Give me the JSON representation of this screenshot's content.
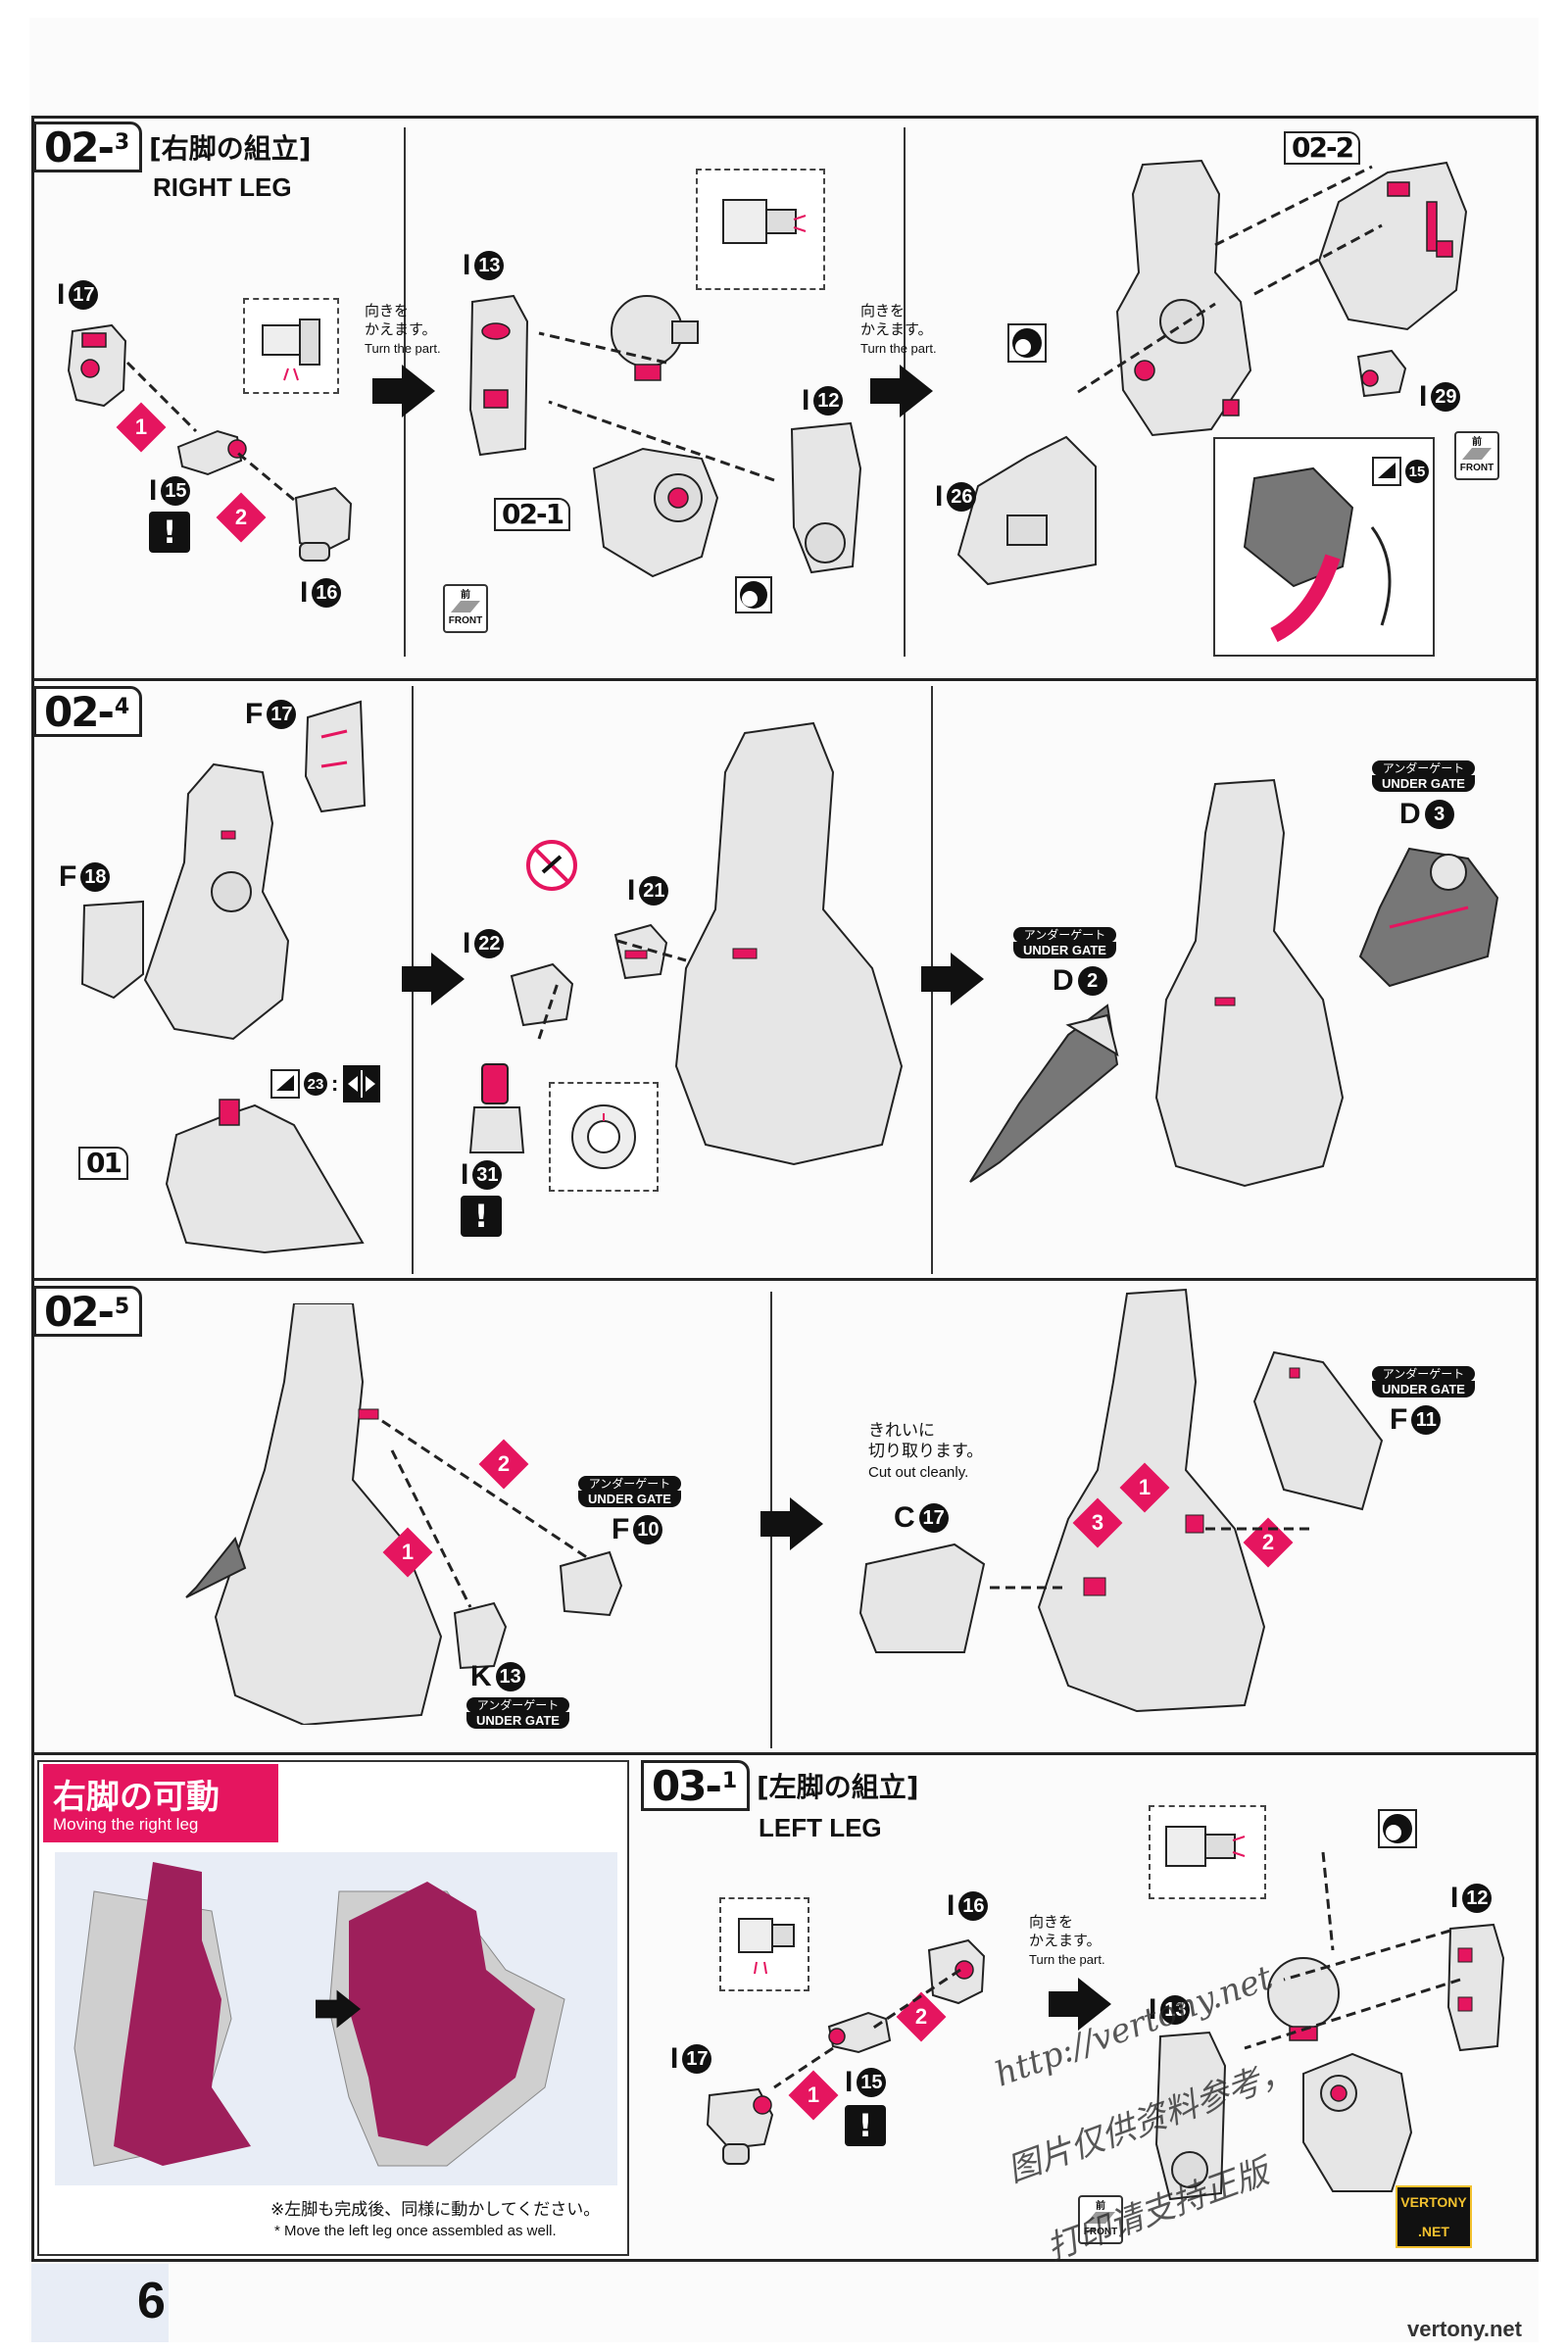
{
  "page": {
    "number": "6"
  },
  "turn_note": {
    "jp_1": "向きを",
    "jp_2": "かえます。",
    "en": "Turn the part."
  },
  "front_mark": {
    "jp": "前",
    "en": "FRONT"
  },
  "under_gate": {
    "jp": "アンダーゲート",
    "en": "UNDER GATE"
  },
  "steps": {
    "s02_3": {
      "main": "02-",
      "sub": "3",
      "title_jp": "[右脚の組立]",
      "title_en": "RIGHT LEG"
    },
    "s02_4": {
      "main": "02-",
      "sub": "4"
    },
    "s02_5": {
      "main": "02-",
      "sub": "5"
    },
    "s03_1": {
      "main": "03-",
      "sub": "1",
      "title_jp": "[左脚の組立]",
      "title_en": "LEFT LEG"
    }
  },
  "refs": {
    "r02_1": "02-1",
    "r02_2": "02-2",
    "r01": "01"
  },
  "parts": {
    "i17": {
      "letter": "I",
      "num": "17"
    },
    "i15": {
      "letter": "I",
      "num": "15"
    },
    "i16": {
      "letter": "I",
      "num": "16"
    },
    "i13": {
      "letter": "I",
      "num": "13"
    },
    "i12": {
      "letter": "I",
      "num": "12"
    },
    "i26": {
      "letter": "I",
      "num": "26"
    },
    "i29": {
      "letter": "I",
      "num": "29"
    },
    "f17": {
      "letter": "F",
      "num": "17"
    },
    "f18": {
      "letter": "F",
      "num": "18"
    },
    "i21": {
      "letter": "I",
      "num": "21"
    },
    "i22": {
      "letter": "I",
      "num": "22"
    },
    "i31": {
      "letter": "I",
      "num": "31"
    },
    "d3": {
      "letter": "D",
      "num": "3"
    },
    "d2": {
      "letter": "D",
      "num": "2"
    },
    "f10": {
      "letter": "F",
      "num": "10"
    },
    "k13": {
      "letter": "K",
      "num": "13"
    },
    "c17": {
      "letter": "C",
      "num": "17"
    },
    "f11": {
      "letter": "F",
      "num": "11"
    },
    "i23": {
      "num": "23"
    },
    "i15b": {
      "num": "15"
    }
  },
  "clean_cut": {
    "jp_1": "きれいに",
    "jp_2": "切り取ります。",
    "en": "Cut out cleanly."
  },
  "moving_section": {
    "title_jp": "右脚の可動",
    "title_en": "Moving the right leg",
    "note_jp": "※左脚も完成後、同様に動かしてください。",
    "note_en": "* Move the left leg once assembled as well."
  },
  "watermark": {
    "line1": "http://vertony.net",
    "line2": "图片仅供资料参考，",
    "line3": "打印请支持正版"
  },
  "footer": {
    "url": "vertony.net",
    "logo_1": "VERTONY",
    "logo_2": ".NET"
  },
  "colors": {
    "accent": "#e5155f",
    "part_gray": "#e6e6e6",
    "ink": "#111111",
    "plum": "#9e1f5b"
  }
}
